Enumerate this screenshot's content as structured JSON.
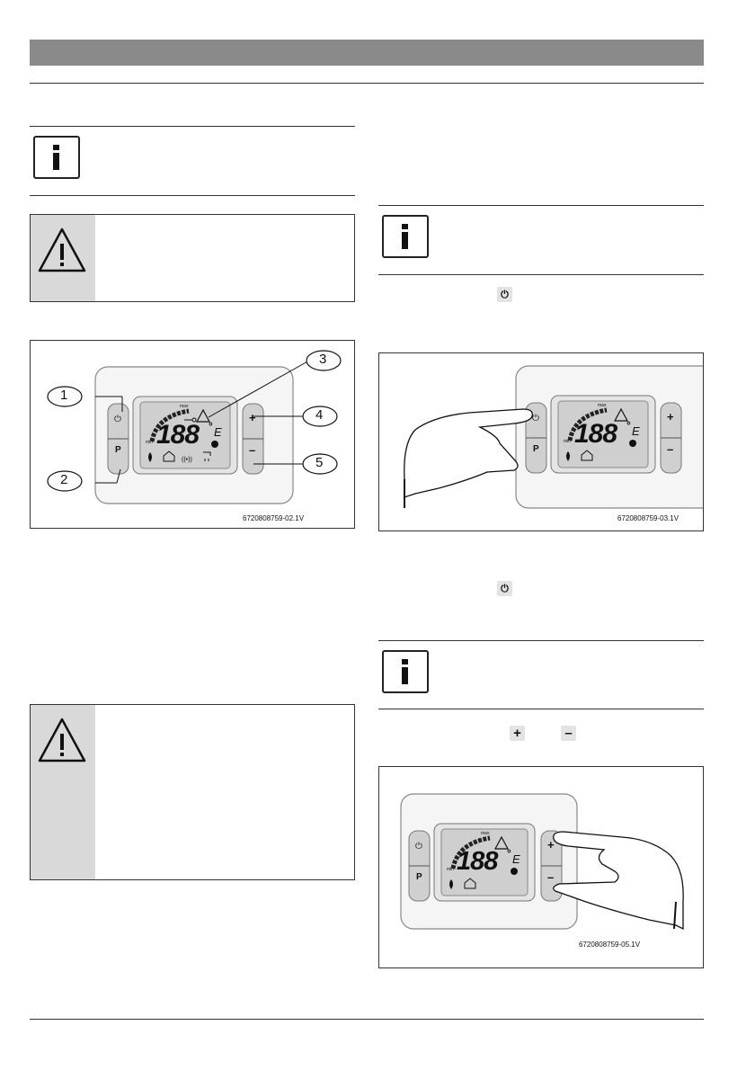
{
  "figures": [
    {
      "caption": "6720808759-02.1V",
      "callouts": [
        "1",
        "2",
        "3",
        "4",
        "5"
      ],
      "display": {
        "digits": "188",
        "degree": "°",
        "letter": "E",
        "max_label": "max",
        "min_label": "min"
      },
      "buttons": {
        "power": "⏻",
        "program": "P",
        "plus": "+",
        "minus": "–"
      }
    },
    {
      "caption": "6720808759-03.1V",
      "display": {
        "digits": "188",
        "degree": "°",
        "letter": "E",
        "max_label": "max",
        "min_label": "min"
      },
      "buttons": {
        "power": "⏻",
        "program": "P",
        "plus": "+",
        "minus": "–"
      }
    },
    {
      "caption": "6720808759-05.1V",
      "display": {
        "digits": "188",
        "degree": "°",
        "letter": "E",
        "max_label": "max",
        "min_label": "min"
      },
      "buttons": {
        "power": "⏻",
        "program": "P",
        "plus": "+",
        "minus": "–"
      }
    }
  ],
  "inline_icons": {
    "power": "⏻",
    "plus": "+",
    "minus": "–"
  },
  "icons": [
    "info-icon",
    "warning-icon",
    "power-icon",
    "plus-icon",
    "minus-icon",
    "flame-icon",
    "house-icon",
    "signal-icon",
    "tap-icon",
    "key-icon",
    "snowflake-icon",
    "hand-icon"
  ],
  "colors": {
    "header_bar": "#8a8a8a",
    "warning_side": "#d9d9d9",
    "chip": "#e3e3e3",
    "device_body": "#f3f3f3",
    "lcd": "#cfcfcf"
  }
}
